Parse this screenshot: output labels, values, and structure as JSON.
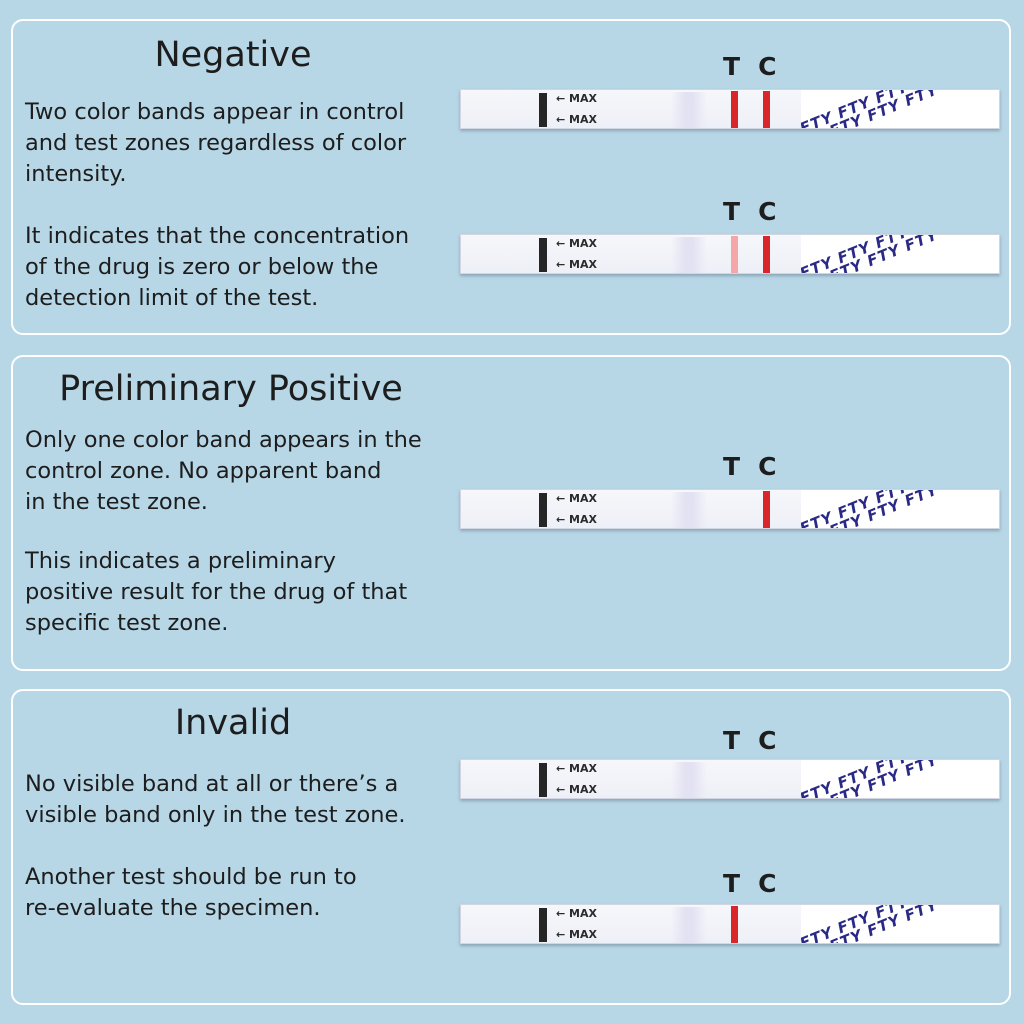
{
  "panels": [
    {
      "title": "Negative",
      "paragraphs": [
        "Two color bands appear in control\nand test zones regardless of color\nintensity.",
        "It indicates that the concentration\nof the drug is zero or below the\ndetection limit of the test."
      ],
      "strips": [
        {
          "t_label": "T",
          "c_label": "C",
          "max_label_1": "← MAX",
          "max_label_2": "← MAX",
          "logo_text": "FTY FTY FTY FTY",
          "test_band": "dark",
          "control_band": "dark"
        },
        {
          "t_label": "T",
          "c_label": "C",
          "max_label_1": "← MAX",
          "max_label_2": "← MAX",
          "logo_text": "FTY FTY FTY FTY",
          "test_band": "faint",
          "control_band": "dark"
        }
      ]
    },
    {
      "title": "Preliminary Positive",
      "paragraphs": [
        "Only one color band appears in the\ncontrol zone. No apparent band\nin the test zone.",
        "This indicates a preliminary\npositive result for the drug of that\nspecific test zone."
      ],
      "strips": [
        {
          "t_label": "T",
          "c_label": "C",
          "max_label_1": "← MAX",
          "max_label_2": "← MAX",
          "logo_text": "FTY FTY FTY FTY",
          "test_band": "none",
          "control_band": "dark"
        }
      ]
    },
    {
      "title": "Invalid",
      "paragraphs": [
        "No visible band at all or there’s a\nvisible band only in the test zone.",
        "Another test should be run to\nre-evaluate the specimen."
      ],
      "strips": [
        {
          "t_label": "T",
          "c_label": "C",
          "max_label_1": "← MAX",
          "max_label_2": "← MAX",
          "logo_text": "FTY FTY FTY FTY",
          "test_band": "none",
          "control_band": "none"
        },
        {
          "t_label": "T",
          "c_label": "C",
          "max_label_1": "← MAX",
          "max_label_2": "← MAX",
          "logo_text": "FTY FTY FTY FTY",
          "test_band": "dark",
          "control_band": "none"
        }
      ]
    }
  ],
  "colors": {
    "background": "#b7d7e7",
    "panel_border": "#ffffff",
    "band_dark": "#d8262a",
    "band_faint": "#f4a7a6",
    "logo": "#2a2a86"
  }
}
